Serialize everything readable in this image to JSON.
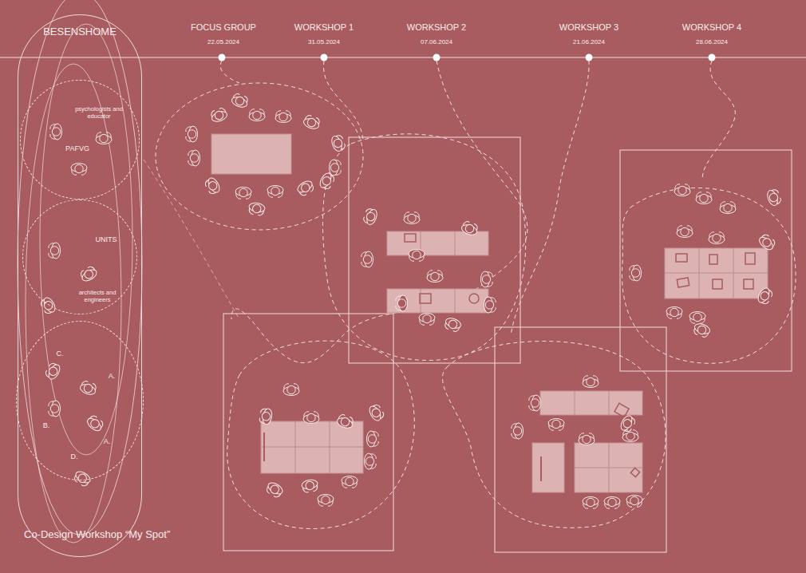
{
  "diagram": {
    "caption": "Co-Design Workshop “My Spot”",
    "nodes": [
      {
        "text": [
          "BESENSHOME"
        ]
      },
      {
        "text": [
          "psychologists and educator",
          "PAFVG"
        ],
        "in": 0
      },
      {
        "text": [
          "UNITS",
          "architects and engineers"
        ],
        "in": 0
      },
      {
        "text": [
          "C.",
          "A.",
          "B.",
          "A.",
          "D."
        ],
        "in": 0
      }
    ],
    "labels": [
      "FOCUS GROUP",
      "22.05.2024",
      "WORKSHOP 1",
      "31.05.2024",
      "WORKSHOP 2",
      "07.06.2024",
      "WORKSHOP 3",
      "21.06.2024",
      "WORKSHOP 4",
      "28.06.2024"
    ]
  }
}
